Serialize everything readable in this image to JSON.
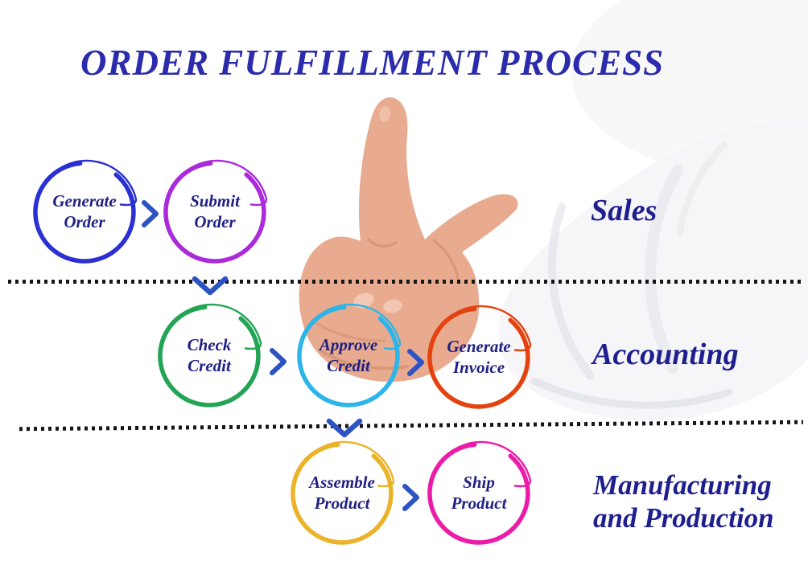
{
  "title": "ORDER FULFILLMENT PROCESS",
  "colors": {
    "title": "#2b2bad",
    "node_text": "#202083",
    "lane_label": "#1e1e8f",
    "lane_line": "#161616",
    "chevron": "#2d53c3",
    "skin": "#e8ab8f",
    "skin_shadow": "#c9805f",
    "skin_light": "#f4cdb9",
    "sleeve": "#f6f6f9",
    "sleeve_shadow": "#dcdce5",
    "background_tint": "#f1f1f4"
  },
  "lanes": [
    {
      "id": "sales",
      "label": "Sales"
    },
    {
      "id": "accounting",
      "label": "Accounting"
    },
    {
      "id": "manufacturing",
      "label": "Manufacturing and Production"
    }
  ],
  "nodes": [
    {
      "id": "generate-order",
      "lane": "sales",
      "lines": [
        "Generate",
        "Order"
      ],
      "color": "#2a30d2"
    },
    {
      "id": "submit-order",
      "lane": "sales",
      "lines": [
        "Submit",
        "Order"
      ],
      "color": "#ab2ada"
    },
    {
      "id": "check-credit",
      "lane": "accounting",
      "lines": [
        "Check",
        "Credit"
      ],
      "color": "#23a455"
    },
    {
      "id": "approve-credit",
      "lane": "accounting",
      "lines": [
        "Approve",
        "Credit"
      ],
      "color": "#2cb5e9"
    },
    {
      "id": "generate-invoice",
      "lane": "accounting",
      "lines": [
        "Generate",
        "Invoice"
      ],
      "color": "#e4420e"
    },
    {
      "id": "assemble-product",
      "lane": "manufacturing",
      "lines": [
        "Assemble",
        "Product"
      ],
      "color": "#eab32a"
    },
    {
      "id": "ship-product",
      "lane": "manufacturing",
      "lines": [
        "Ship",
        "Product"
      ],
      "color": "#eb1ca8"
    }
  ],
  "connectors": [
    {
      "from": "generate-order",
      "to": "submit-order",
      "direction": "right"
    },
    {
      "from": "submit-order",
      "to": "check-credit",
      "direction": "down"
    },
    {
      "from": "check-credit",
      "to": "approve-credit",
      "direction": "right"
    },
    {
      "from": "approve-credit",
      "to": "generate-invoice",
      "direction": "right"
    },
    {
      "from": "approve-credit",
      "to": "assemble-product",
      "direction": "down"
    },
    {
      "from": "assemble-product",
      "to": "ship-product",
      "direction": "right"
    }
  ]
}
